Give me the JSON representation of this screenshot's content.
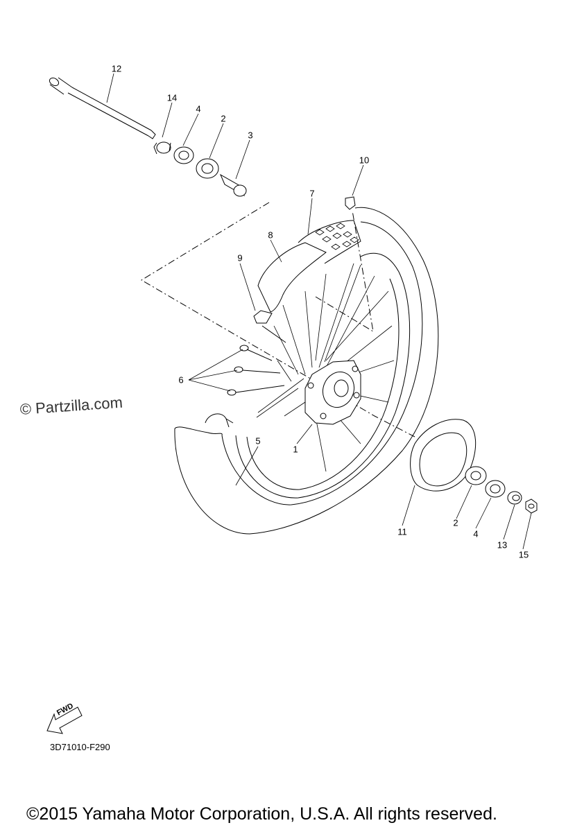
{
  "watermark": "© Partzilla.com",
  "callouts": [
    {
      "id": "12",
      "label": "12"
    },
    {
      "id": "14",
      "label": "14"
    },
    {
      "id": "4a",
      "label": "4"
    },
    {
      "id": "2a",
      "label": "2"
    },
    {
      "id": "3",
      "label": "3"
    },
    {
      "id": "10",
      "label": "10"
    },
    {
      "id": "7",
      "label": "7"
    },
    {
      "id": "8",
      "label": "8"
    },
    {
      "id": "9",
      "label": "9"
    },
    {
      "id": "6",
      "label": "6"
    },
    {
      "id": "5",
      "label": "5"
    },
    {
      "id": "1",
      "label": "1"
    },
    {
      "id": "11",
      "label": "11"
    },
    {
      "id": "2b",
      "label": "2"
    },
    {
      "id": "4b",
      "label": "4"
    },
    {
      "id": "13",
      "label": "13"
    },
    {
      "id": "15",
      "label": "15"
    }
  ],
  "fwd_label": "FWD",
  "part_code": "3D71010-F290",
  "copyright": "©2015 Yamaha Motor Corporation, U.S.A. All rights reserved."
}
